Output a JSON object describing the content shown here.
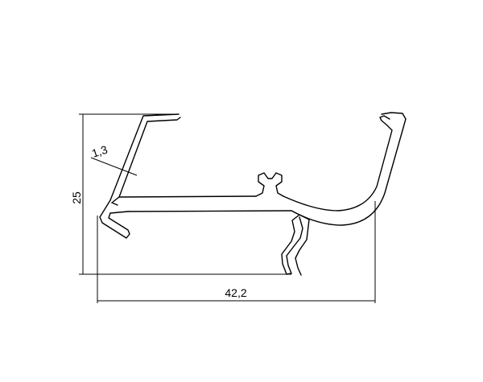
{
  "dimensions": {
    "width_label": "42,2",
    "height_label": "25",
    "thickness_label": "1,3"
  }
}
